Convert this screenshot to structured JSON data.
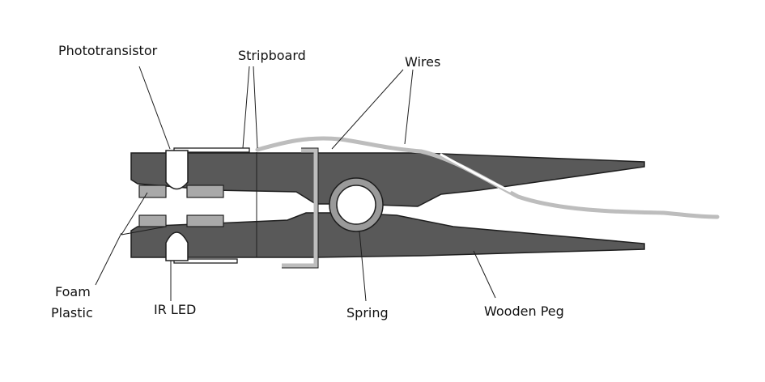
{
  "labels": {
    "phototransistor": "Phototransistor",
    "stripboard": "Stripboard",
    "wires": "Wires",
    "foam_line1": "Foam",
    "foam_line2": "Plastic",
    "ir_led": "IR LED",
    "spring": "Spring",
    "wooden_peg": "Wooden Peg"
  },
  "colors": {
    "peg": "#595959",
    "foam": "#a9a9a9",
    "wire": "#bdbdbd",
    "spring_ring": "#9a9a9a",
    "outline": "#1e1e1e",
    "label": "#111111"
  }
}
